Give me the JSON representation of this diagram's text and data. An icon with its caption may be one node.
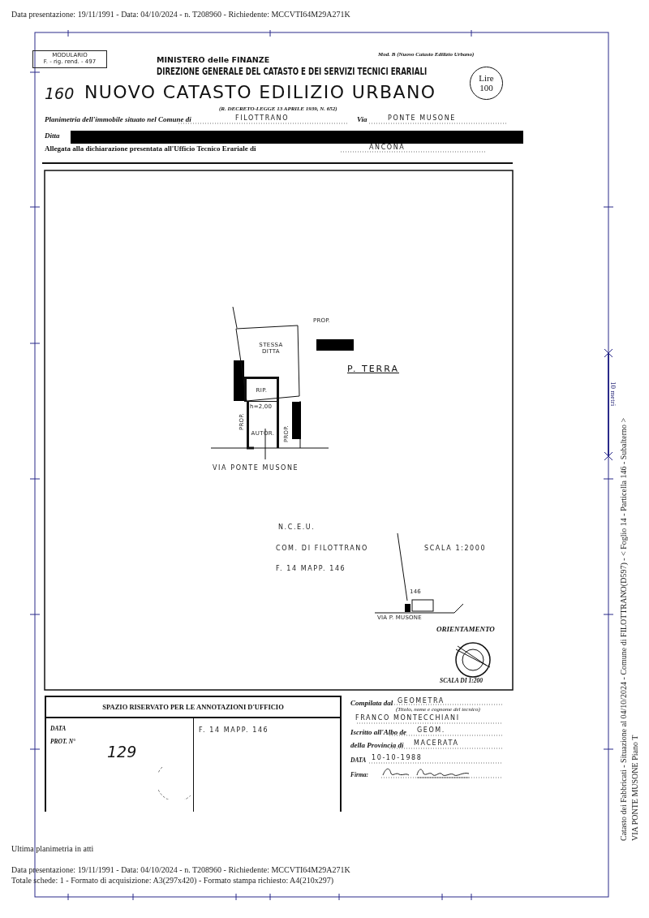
{
  "diagram": {
    "nodes": [
      {
        "text": [
          "MODULARIO",
          "F. - rig. rend. - 497"
        ]
      },
      {
        "text": [
          "Lire 100"
        ]
      },
      {
        "text": [
          "SPAZIO RISERVATO PER LE ANNOTAZIONI D'UFFICIO"
        ]
      },
      {
        "text": [
          "STESSA DITTA"
        ]
      },
      {
        "text": [
          "RIP."
        ],
        "in": 3
      },
      {
        "text": [
          "AUTOR."
        ]
      }
    ],
    "labels": [
      "Data presentazione: 19/11/1991 - Data: 04/10/2024 - n. T208960 - Richiedente: MCCVTI64M29A271K",
      "MINISTERO delle FINANZE",
      "Mod. B (Nuovo Catasto Edilizio Urbano)",
      "DIREZIONE GENERALE DEL CATASTO E DEI SERVIZI TECNICI ERARIALI",
      "160",
      "NUOVO CATASTO EDILIZIO URBANO",
      "(R. DECRETO-LEGGE 13 APRILE 1939, N. 652)",
      "Planimetria dell'immobile situato nel Comune di",
      "FILOTTRANO",
      "Via",
      "PONTE MUSONE",
      "Ditta",
      "Allegata alla dichiarazione presentata all'Ufficio Tecnico Erariale di",
      "ANCONA",
      "PROP.",
      "P. TERRA",
      "h=2,00",
      "PROP.",
      "PROP.",
      "VIA PONTE MUSONE",
      "N.C.E.U.",
      "COM. DI FILOTTRANO",
      "SCALA 1:2000",
      "F. 14 MAPP. 146",
      "146",
      "VIA P. MUSONE",
      "ORIENTAMENTO",
      "SCALA DI 1:200",
      "DATA",
      "PROT. N°",
      "129",
      "F. 14 MAPP. 146",
      "Compilata dal",
      "GEOMETRA",
      "(Titolo, nome e cognome del tecnico)",
      "FRANCO MONTECCHIANI",
      "Iscritto all'Albo de",
      "GEOM.",
      "della Provincia di",
      "MACERATA",
      "DATA",
      "10-10-1988",
      "Firma:",
      "10 metri",
      "Catasto dei Fabbricati - Situazione al 04/10/2024 - Comune di FILOTTRANO(D597) - < Foglio 14 - Particella 146 - Subalterno >",
      "VIA PONTE MUSONE Piano T",
      "Ultima planimetria in atti",
      "Data presentazione: 19/11/1991 - Data: 04/10/2024 - n. T208960 - Richiedente: MCCVTI64M29A271K",
      "Totale schede: 1 - Formato di acquisizione: A3(297x420) - Formato stampa richiesto: A4(210x297)"
    ]
  }
}
